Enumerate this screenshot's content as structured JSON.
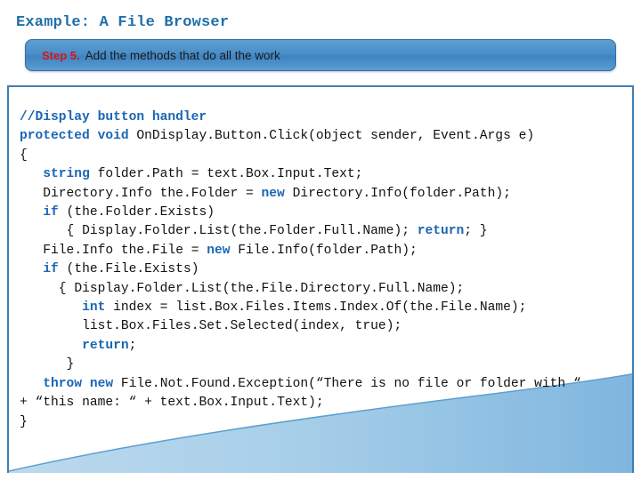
{
  "slide": {
    "title": "Example: A File Browser",
    "step": {
      "label": "Step 5.",
      "text": "Add the methods that do all the work"
    },
    "accent_color": "#1f6fa8",
    "banner_color": "#4a8ec8",
    "step_label_color": "#d41616",
    "code_keyword_color": "#1a66b3"
  },
  "code": {
    "lines": [
      "//Display button handler",
      "protected void OnDisplay.Button.Click(object sender, Event.Args e)",
      "{",
      "   string folder.Path = text.Box.Input.Text;",
      "   Directory.Info the.Folder = new Directory.Info(folder.Path);",
      "   if (the.Folder.Exists)",
      "      { Display.Folder.List(the.Folder.Full.Name); return; }",
      "   File.Info the.File = new File.Info(folder.Path);",
      "   if (the.File.Exists)",
      "     { Display.Folder.List(the.File.Directory.Full.Name);",
      "        int index = list.Box.Files.Items.Index.Of(the.File.Name);",
      "        list.Box.Files.Set.Selected(index, true);",
      "        return;",
      "      }",
      "   throw new File.Not.Found.Exception(“There is no file or folder with “",
      "+ “this name: “ + text.Box.Input.Text);",
      "}"
    ],
    "rendered": "//Display button handler\nprotected void OnDisplay.Button.Click(object sender, Event.Args e)\n{\n   string folder.Path = text.Box.Input.Text;\n   Directory.Info the.Folder = new Directory.Info(folder.Path);\n   if (the.Folder.Exists)\n      { Display.Folder.List(the.Folder.Full.Name); return; }\n   File.Info the.File = new File.Info(folder.Path);\n   if (the.File.Exists)\n     { Display.Folder.List(the.File.Directory.Full.Name);\n        int index = list.Box.Files.Items.Index.Of(the.File.Name);\n        list.Box.Files.Set.Selected(index, true);\n        return;\n      }\n   throw new File.Not.Found.Exception(“There is no file or folder with “\n+ “this name: “ + text.Box.Input.Text);\n}"
  }
}
